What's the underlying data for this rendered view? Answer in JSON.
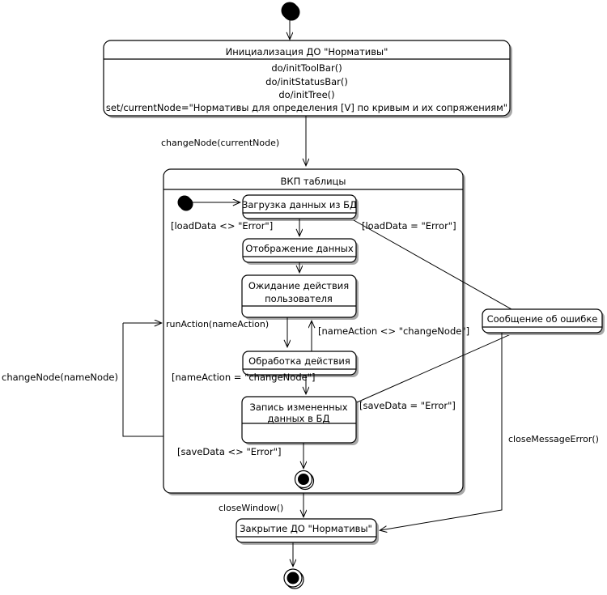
{
  "diagram": {
    "title": "UML State Machine Diagram",
    "language": "ru",
    "colors": {
      "stroke": "#000000",
      "fill": "#ffffff",
      "shadow": "#a8a8a8"
    }
  },
  "nodes": {
    "start_top": "initial-state",
    "init_state": {
      "name": "Инициализация ДО \"Нормативы\"",
      "actions": [
        "do/initToolBar()",
        "do/initStatusBar()",
        "do/initTree()",
        "set/currentNode=\"Нормативы для определения [V] по кривым и их сопряжениям\""
      ]
    },
    "composite": {
      "name": "ВКП таблицы",
      "substates": [
        {
          "id": "load",
          "name": "Загрузка данных из БД"
        },
        {
          "id": "display",
          "name": "Отображение данных"
        },
        {
          "id": "wait",
          "name": "Ожидание действия пользователя",
          "line1": "Ожидание действия",
          "line2": "пользователя"
        },
        {
          "id": "process",
          "name": "Обработка действия"
        },
        {
          "id": "save",
          "name": "Запись измененных данных в БД",
          "line1": "Запись измененных",
          "line2": "данных в БД"
        }
      ],
      "final_label": "final-state"
    },
    "error_state": {
      "name": "Сообщение об ошибке"
    },
    "close_state": {
      "name": "Закрытие ДО \"Нормативы\""
    },
    "final_bottom": "final-state"
  },
  "transitions": [
    {
      "id": "t-change-current",
      "label": "changeNode(currentNode)"
    },
    {
      "id": "t-load-ok",
      "label": "[loadData <> \"Error\"]"
    },
    {
      "id": "t-load-err",
      "label": "[loadData = \"Error\"]"
    },
    {
      "id": "t-run-action",
      "label": "runAction(nameAction)"
    },
    {
      "id": "t-name-ne",
      "label": "[nameAction <> \"changeNode\"]"
    },
    {
      "id": "t-name-eq",
      "label": "[nameAction = \"changeNode\"]"
    },
    {
      "id": "t-save-err",
      "label": "[saveData = \"Error\"]"
    },
    {
      "id": "t-save-ok",
      "label": "[saveData <> \"Error\"]"
    },
    {
      "id": "t-change-node",
      "label": "changeNode(nameNode)"
    },
    {
      "id": "t-close-window",
      "label": "closeWindow()"
    },
    {
      "id": "t-close-msg-error",
      "label": "closeMessageError()"
    }
  ]
}
